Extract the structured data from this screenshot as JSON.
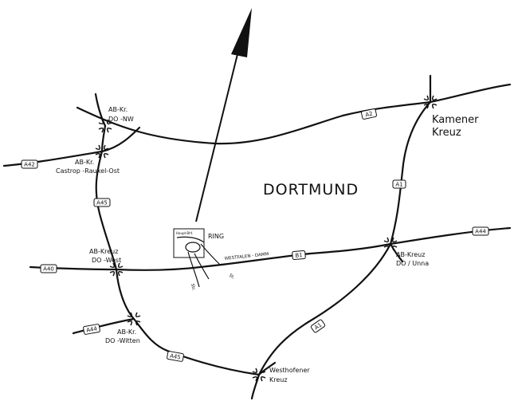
{
  "city": "DORTMUND",
  "ring_label": "RING",
  "street": {
    "westfalendamm": "WESTFALEN - DAMM",
    "side_a": "St.",
    "side_b": "Str.",
    "inset": "Haupt-Bhf."
  },
  "interchanges": {
    "dortmund_nw": [
      "AB-Kr.",
      "DO -NW"
    ],
    "castrop": [
      "AB-Kr.",
      "Castrop -Rauxel-Ost"
    ],
    "do_west": [
      "AB-Kreuz",
      "DO -West"
    ],
    "do_witten": [
      "AB-Kr.",
      "DO -Witten"
    ],
    "westhofen": [
      "Westhofener",
      "Kreuz"
    ],
    "do_unna": [
      "AB-Kreuz",
      "DO / Unna"
    ],
    "kamen": [
      "Kamener",
      "Kreuz"
    ]
  },
  "shields": {
    "a2": "A2",
    "a42": "A42",
    "a45_north": "A45",
    "a40": "A40",
    "a44_west": "A44",
    "a45_south": "A45",
    "a1_south": "A1",
    "a1_east": "A1",
    "a44_east": "A44",
    "b1": "B1"
  },
  "colors": {
    "ink": "#111111",
    "paper": "#ffffff"
  },
  "icons": {
    "north": "north-arrow"
  }
}
